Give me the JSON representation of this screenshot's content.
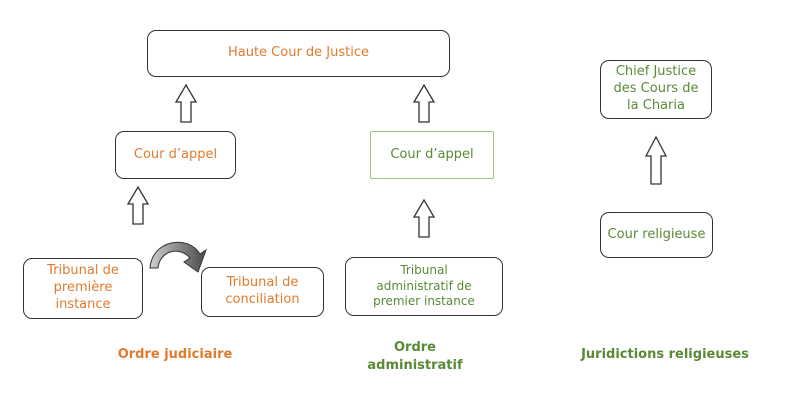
{
  "colors": {
    "orange": "#e07b2e",
    "green": "#5a8a35"
  },
  "nodes": {
    "haute_cour": "Haute Cour de Justice",
    "cour_appel_jud": "Cour d’appel",
    "cour_appel_adm": "Cour d’appel",
    "tribunal_premiere": "Tribunal de\npremière\ninstance",
    "tribunal_conciliation": "Tribunal de\nconciliation",
    "tribunal_admin": "Tribunal\nadministratif de\npremier instance",
    "chief_justice": "Chief Justice\ndes Cours de\nla Charia",
    "cour_religieuse": "Cour religieuse"
  },
  "labels": {
    "ordre_judiciaire": "Ordre judiciaire",
    "ordre_administratif": "Ordre\nadministratif",
    "juridictions_religieuses": "Juridictions religieuses"
  }
}
